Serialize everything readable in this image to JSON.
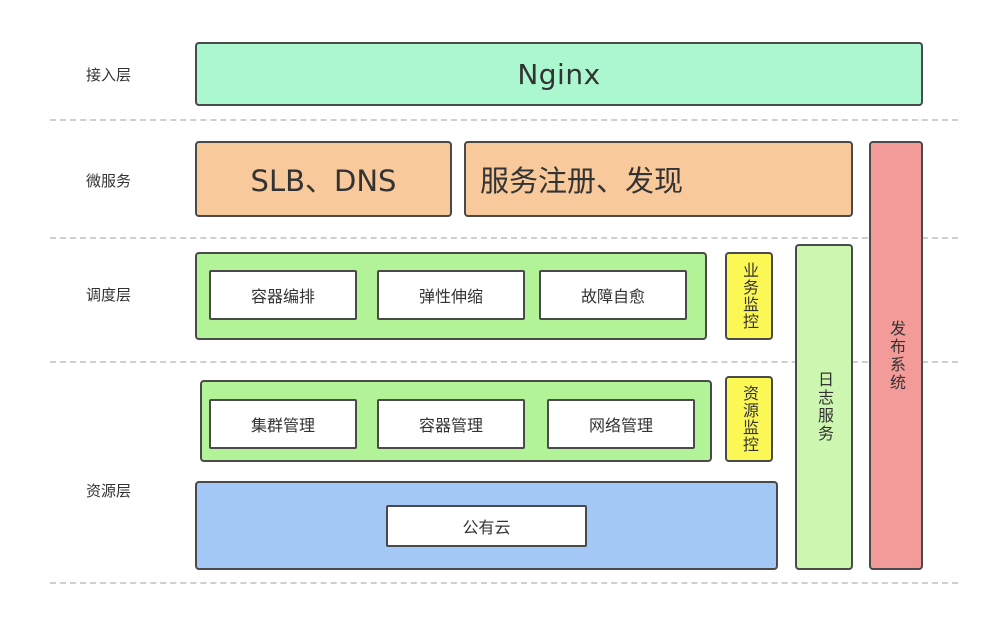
{
  "layers": {
    "access": "接入层",
    "microservice": "微服务",
    "scheduling": "调度层",
    "resource": "资源层"
  },
  "access_layer": {
    "nginx": "Nginx"
  },
  "microservice_layer": {
    "slb_dns": "SLB、DNS",
    "registry": "服务注册、发现"
  },
  "scheduling_layer": {
    "items": [
      "容器编排",
      "弹性伸缩",
      "故障自愈"
    ],
    "monitor": "业务监控"
  },
  "resource_layer": {
    "items": [
      "集群管理",
      "容器管理",
      "网络管理"
    ],
    "monitor": "资源监控",
    "cloud": "公有云"
  },
  "side_columns": {
    "log_service": "日志服务",
    "release_system": "发布系统"
  },
  "colors": {
    "nginx": "#abf7cf",
    "microservice": "#f7c99b",
    "scheduling": "#b2f398",
    "monitor": "#fbf855",
    "cloud": "#a4c8f5",
    "log_service": "#cdf7b1",
    "release_system": "#f29b98"
  }
}
